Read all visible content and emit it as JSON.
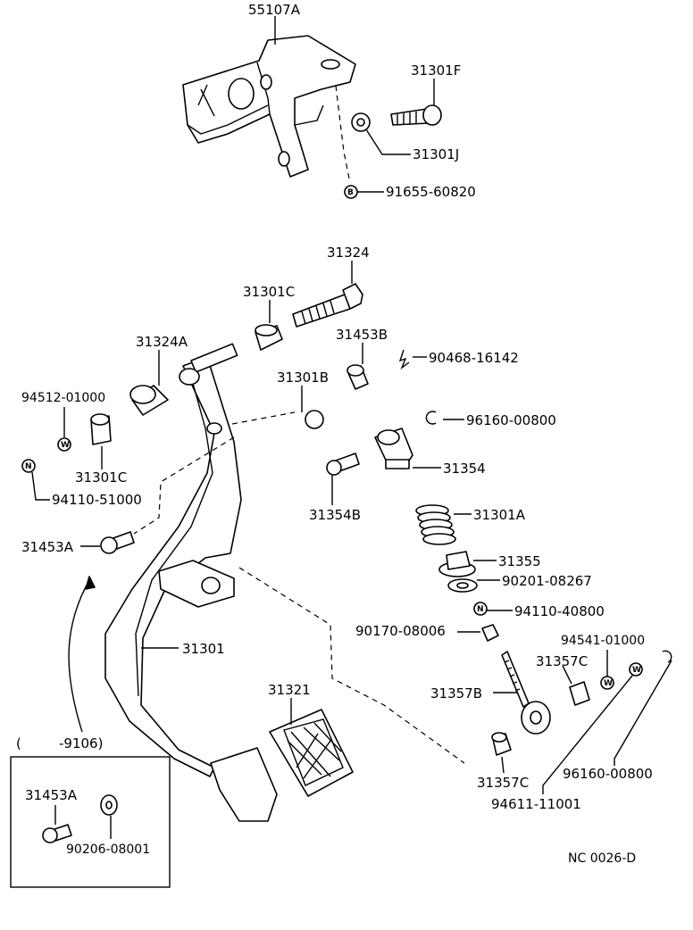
{
  "diagram": {
    "footer_code": "NC 0026-D",
    "inset_title_open": "(",
    "inset_title_range": "-9106)",
    "symbols": {
      "N": "N",
      "W": "W",
      "B": "B"
    },
    "labels": {
      "p55107A": "55107A",
      "p31301F": "31301F",
      "p31301J": "31301J",
      "p91655_60820": "91655-60820",
      "p31324": "31324",
      "p31301C_top": "31301C",
      "p31324A": "31324A",
      "p31453B": "31453B",
      "p90468_16142": "90468-16142",
      "p31301B": "31301B",
      "p94512_01000": "94512-01000",
      "p96160_00800_top": "96160-00800",
      "p31301C_left": "31301C",
      "p31354": "31354",
      "p94110_51000": "94110-51000",
      "p31354B": "31354B",
      "p31301A": "31301A",
      "p31453A": "31453A",
      "p31355": "31355",
      "p90201_08267": "90201-08267",
      "p94110_40800": "94110-40800",
      "p90170_08006": "90170-08006",
      "p94541_01000": "94541-01000",
      "p31301": "31301",
      "p31357C_top": "31357C",
      "p31321": "31321",
      "p31357B": "31357B",
      "p96160_00800_bottom": "96160-00800",
      "p31357C_bottom": "31357C",
      "p94611_11001": "94611-11001",
      "p31453A_inset": "31453A",
      "p90206_08001": "90206-08001"
    }
  }
}
